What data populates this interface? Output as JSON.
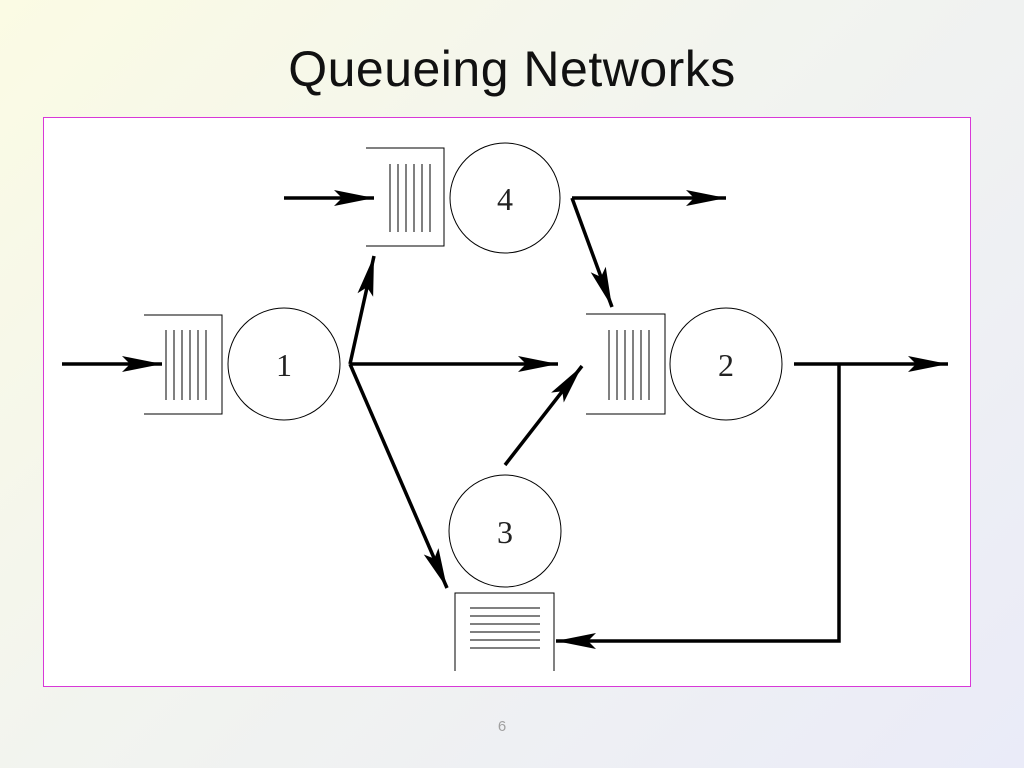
{
  "slide": {
    "title": "Queueing Networks",
    "page_number": "6"
  },
  "diagram": {
    "nodes": [
      {
        "id": "1",
        "label": "1"
      },
      {
        "id": "2",
        "label": "2"
      },
      {
        "id": "3",
        "label": "3"
      },
      {
        "id": "4",
        "label": "4"
      }
    ],
    "edges": [
      {
        "from": "external",
        "to": "1"
      },
      {
        "from": "external",
        "to": "4"
      },
      {
        "from": "1",
        "to": "4"
      },
      {
        "from": "1",
        "to": "2"
      },
      {
        "from": "1",
        "to": "3"
      },
      {
        "from": "4",
        "to": "2"
      },
      {
        "from": "4",
        "to": "external"
      },
      {
        "from": "3",
        "to": "2"
      },
      {
        "from": "2",
        "to": "external"
      },
      {
        "from": "2",
        "to": "3"
      }
    ],
    "colors": {
      "frame_border": "#d838d8",
      "stroke": "#000000"
    }
  }
}
